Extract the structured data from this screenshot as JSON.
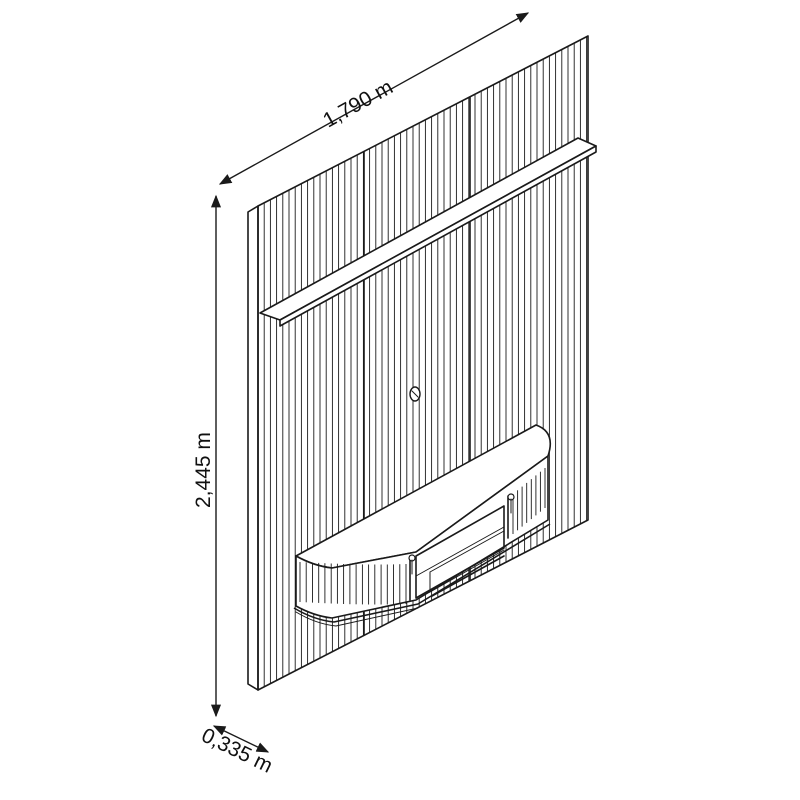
{
  "dimensions": {
    "width_label": "1,790 m",
    "height_label": "2,445 m",
    "depth_label": "0,335 m"
  },
  "colors": {
    "line": "#1a1a1a",
    "background": "#ffffff"
  }
}
